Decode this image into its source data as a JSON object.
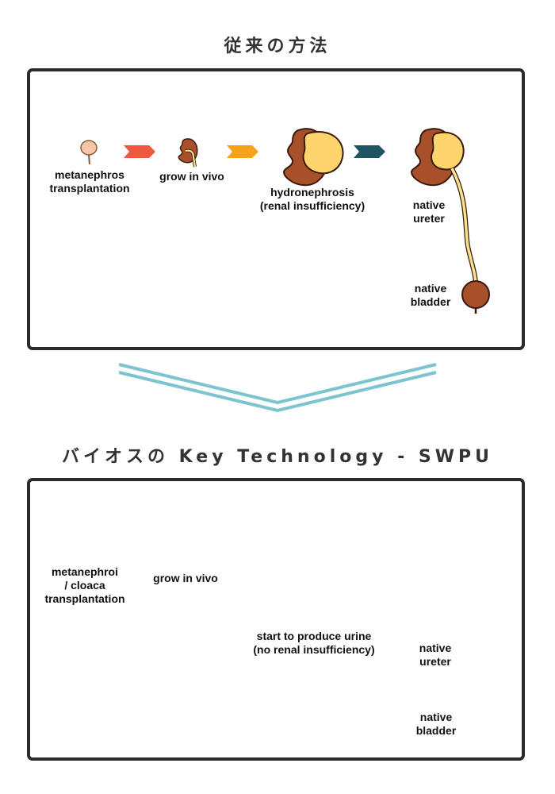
{
  "top_section": {
    "title": "従来の方法",
    "steps": {
      "transplant": "metanephros\ntransplantation",
      "grow": "grow in vivo",
      "result": "hydronephrosis\n(renal insufficiency)",
      "ureter": "native\nureter",
      "bladder": "native\nbladder"
    }
  },
  "bottom_section": {
    "title": "バイオスの Key Technology - SWPU",
    "steps": {
      "transplant": "metanephroi\n/ cloaca\ntransplantation",
      "grow": "grow in vivo",
      "result": "start to produce urine\n(no renal insufficiency)",
      "ureter": "native\nureter",
      "bladder": "native\nbladder"
    }
  },
  "colors": {
    "arrow_1": "#f0573e",
    "arrow_2": "#f7a219",
    "arrow_3": "#1f5562",
    "kidney": "#a8502a",
    "kidney_outline": "#3a1a0c",
    "ureter": "#f8e28c",
    "hydro": "#fdd56c",
    "chevron": "#7cc4d0",
    "primordium": "#f4c6a6"
  },
  "icons": {
    "primordium": "metanephros-icon",
    "kidney": "kidney-icon",
    "bladder": "bladder-icon",
    "arrow": "step-arrow-icon",
    "chevron": "chevron-down-icon"
  }
}
